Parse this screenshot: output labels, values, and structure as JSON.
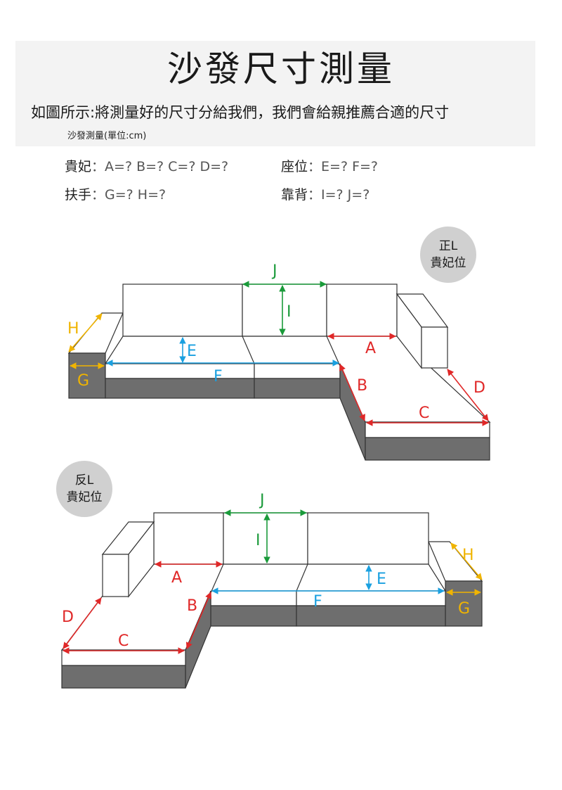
{
  "header": {
    "title": "沙發尺寸測量",
    "subtitle": "如圖所示:將測量好的尺寸分給我們，我們會給親推薦合適的尺寸",
    "unit_note": "沙發測量(單位:cm)"
  },
  "specs": [
    {
      "part": "貴妃",
      "values": "A=? B=? C=? D=?"
    },
    {
      "part": "座位",
      "values": "E=? F=?"
    },
    {
      "part": "扶手",
      "values": "G=? H=?"
    },
    {
      "part": "靠背",
      "values": "I=? J=?"
    }
  ],
  "diagrams": [
    {
      "badge_line1": "正L",
      "badge_line2": "貴妃位"
    },
    {
      "badge_line1": "反L",
      "badge_line2": "貴妃位"
    }
  ],
  "labels": {
    "A": "A",
    "B": "B",
    "C": "C",
    "D": "D",
    "E": "E",
    "F": "F",
    "G": "G",
    "H": "H",
    "I": "I",
    "J": "J"
  },
  "colors": {
    "chaise_red": "#e02828",
    "seat_blue": "#1aa0e0",
    "arm_yellow": "#f0b400",
    "back_green": "#1a9a3a",
    "base_gray": "#6e6e6e"
  }
}
